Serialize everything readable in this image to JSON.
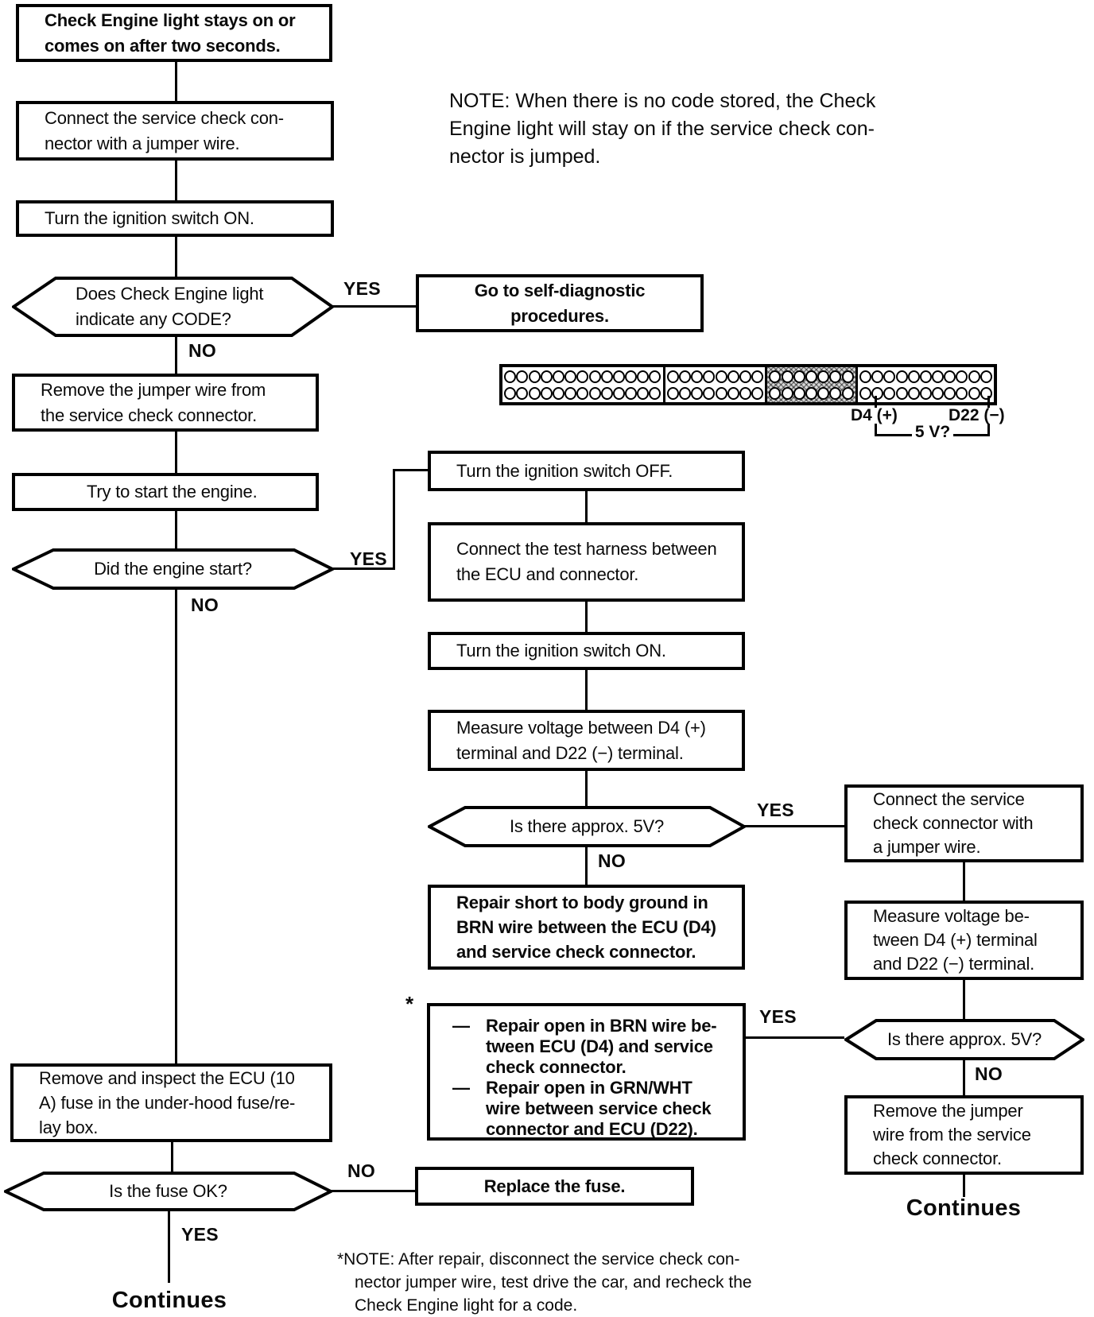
{
  "labels": {
    "yes": "YES",
    "no": "NO",
    "continues": "Continues",
    "star": "*"
  },
  "flow": {
    "check_engine": {
      "lines": [
        "Check Engine light stays on or",
        "comes on after two seconds."
      ]
    },
    "connect_service": {
      "lines": [
        "Connect the service check con-",
        "nector with a jumper wire."
      ]
    },
    "ignition_on_left": {
      "lines": [
        "Turn the ignition switch ON."
      ]
    },
    "hex_code": {
      "lines": [
        "Does Check Engine light",
        "indicate any CODE?"
      ]
    },
    "self_diag": {
      "lines": [
        "Go to self-diagnostic procedures."
      ]
    },
    "remove_jumper_left": {
      "lines": [
        "Remove the jumper wire from",
        "the service check connector."
      ]
    },
    "try_start": {
      "lines": [
        "Try to start the engine."
      ]
    },
    "hex_start": {
      "lines": [
        "Did the engine start?"
      ]
    },
    "ignition_off": {
      "lines": [
        "Turn the ignition switch OFF."
      ]
    },
    "test_harness": {
      "lines": [
        "Connect the test harness between",
        "the ECU and connector."
      ]
    },
    "ignition_on_right": {
      "lines": [
        "Turn the ignition switch ON."
      ]
    },
    "measure_voltage_mid": {
      "lines": [
        "Measure voltage between D4 (+)",
        "terminal and D22 (−) terminal."
      ]
    },
    "hex_5v_mid": {
      "lines": [
        "Is there approx. 5V?"
      ]
    },
    "repair_short": {
      "lines": [
        "Repair short to body ground in",
        "BRN wire between the ECU (D4)",
        "and service check connector."
      ]
    },
    "repair_open": {
      "items": [
        {
          "lines": [
            "Repair open in BRN wire be-",
            "tween ECU (D4) and service",
            "check connector."
          ]
        },
        {
          "lines": [
            "Repair open in GRN/WHT",
            "wire between service check",
            "connector and ECU (D22)."
          ]
        }
      ]
    },
    "connect_service_right": {
      "lines": [
        "Connect the service",
        "check connector with",
        "a jumper wire."
      ]
    },
    "measure_voltage_right": {
      "lines": [
        "Measure voltage be-",
        "tween D4 (+) terminal",
        "and D22 (−) terminal."
      ]
    },
    "hex_5v_right": {
      "lines": [
        "Is there approx. 5V?"
      ]
    },
    "remove_jumper_right": {
      "lines": [
        "Remove the jumper",
        "wire from the service",
        "check connector."
      ]
    },
    "fuse_inspect": {
      "lines": [
        "Remove and inspect the ECU (10",
        "A) fuse in the under-hood fuse/re-",
        "lay box."
      ]
    },
    "hex_fuse": {
      "lines": [
        "Is the fuse OK?"
      ]
    },
    "replace_fuse": {
      "lines": [
        "Replace the fuse."
      ]
    }
  },
  "connector": {
    "rows": 2,
    "sections": [
      {
        "cols": 13,
        "shaded": false
      },
      {
        "cols": 8,
        "shaded": false
      },
      {
        "cols": 7,
        "shaded": true
      },
      {
        "cols": 11,
        "shaded": false
      }
    ],
    "pin_d4": "D4 (+)",
    "pin_d22": "D22 (−)",
    "voltage": "5 V?"
  },
  "notes": {
    "top": {
      "lines": [
        "NOTE:  When there is no code stored, the Check",
        "Engine light will stay on if the service check con-",
        "nector is jumped."
      ]
    },
    "bottom": [
      "*NOTE: After repair, disconnect the service check con-",
      "nector jumper wire, test drive the car, and recheck the",
      "Check Engine light for a code."
    ]
  }
}
